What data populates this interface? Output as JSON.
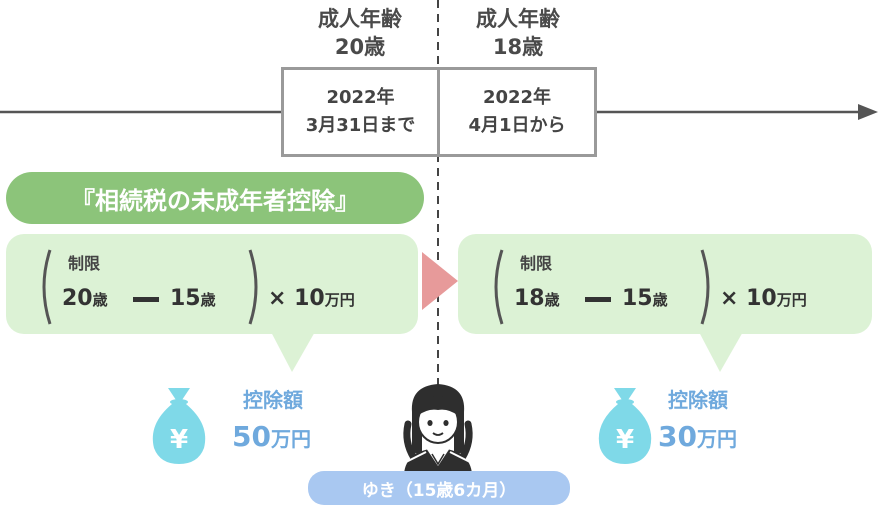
{
  "headers": {
    "left": {
      "line1": "成人年齢",
      "line2": "20歳"
    },
    "right": {
      "line1": "成人年齢",
      "line2": "18歳"
    }
  },
  "dates": {
    "left": {
      "line1": "2022年",
      "line2": "3月31日まで"
    },
    "right": {
      "line1": "2022年",
      "line2": "4月1日から"
    }
  },
  "title": "『相続税の未成年者控除』",
  "formula_left": {
    "limit_label": "制限",
    "age_a": "20",
    "age_b": "15",
    "age_unit": "歳",
    "minus": "−",
    "times": "×",
    "amount": "10",
    "amount_unit": "万円"
  },
  "formula_right": {
    "limit_label": "制限",
    "age_a": "18",
    "age_b": "15",
    "age_unit": "歳",
    "minus": "−",
    "times": "×",
    "amount": "10",
    "amount_unit": "万円"
  },
  "deduction_left": {
    "label": "控除額",
    "value": "50",
    "unit": "万円"
  },
  "deduction_right": {
    "label": "控除額",
    "value": "30",
    "unit": "万円"
  },
  "money_icon_symbol": "¥",
  "person": {
    "name": "ゆき（15歳6カ月）"
  },
  "colors": {
    "green_pill": "#8cc47a",
    "bubble": "#dcf2d5",
    "arrow_pink": "#e79a9a",
    "money_bag": "#7fd9e8",
    "deduction_text": "#6fa9dd",
    "name_pill": "#a9c8f1",
    "timeline": "#555555"
  }
}
